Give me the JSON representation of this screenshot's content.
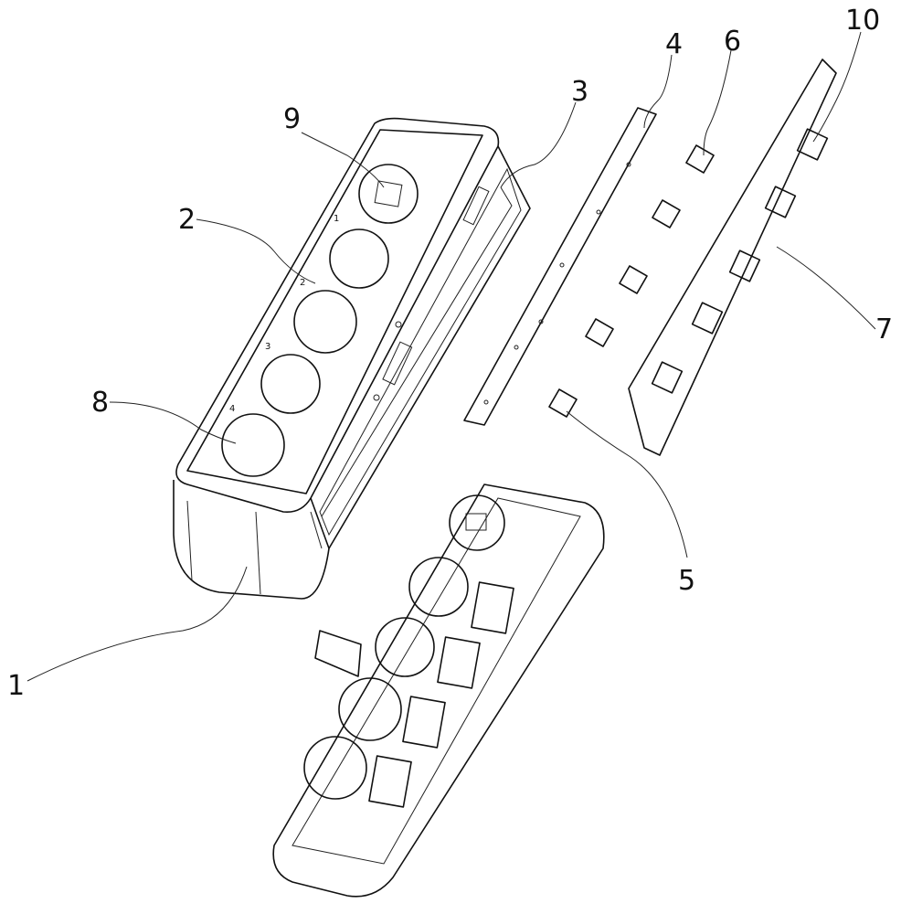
{
  "figure": {
    "labels": {
      "l1": "1",
      "l2": "2",
      "l3": "3",
      "l4": "4",
      "l5": "5",
      "l6": "6",
      "l7": "7",
      "l8": "8",
      "l9": "9",
      "l10": "10"
    },
    "socket_numbers": [
      "1",
      "2",
      "3",
      "4"
    ]
  }
}
